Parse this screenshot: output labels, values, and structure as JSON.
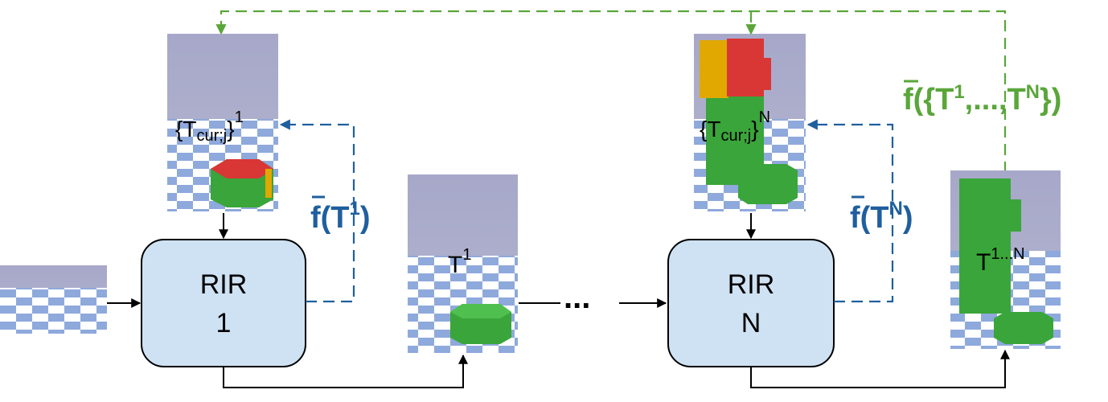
{
  "blocks": [
    {
      "line1": "RIR",
      "line2": "1"
    },
    {
      "line1": "RIR",
      "line2": "N"
    }
  ],
  "scene_labels": {
    "tcur_1": {
      "base": "{T",
      "sub": "cur;j",
      "close": "}",
      "sup": "1"
    },
    "t1": {
      "base": "T",
      "sup": "1"
    },
    "tcur_n": {
      "base": "{T",
      "sub": "cur;j",
      "close": "}",
      "sup": "N"
    },
    "t1n": {
      "base": "T",
      "sup": "1...N"
    }
  },
  "feedback_labels": {
    "f_t1": {
      "f": "f",
      "open": "(T",
      "sup": "1",
      "close": ")"
    },
    "f_tn": {
      "f": "f",
      "open": "(T",
      "sup": "N",
      "close": ")"
    },
    "f_all": {
      "f": "f",
      "open": "({T",
      "sup1": "1",
      "mid": ",...,T",
      "supn": "N",
      "close": "})"
    }
  },
  "ellipsis": "...",
  "colors": {
    "block_fill": "#cfe2f3",
    "feedback_blue": "#1f5f9e",
    "feedback_green": "#5aa63a",
    "arrow": "#000000",
    "sky": "#a9aac8",
    "tile_blue": "#8ea9dc",
    "tile_white": "#ffffff",
    "object_green": "#3aa53a",
    "object_red": "#d93636",
    "object_yellow": "#e0a800"
  }
}
